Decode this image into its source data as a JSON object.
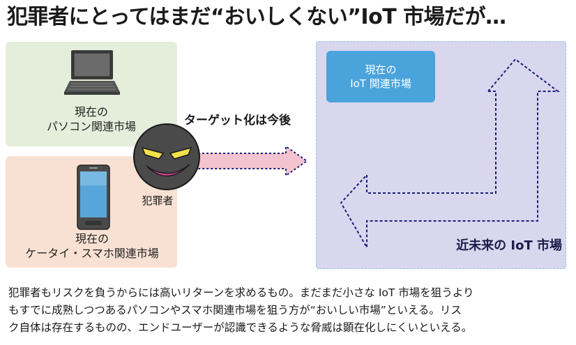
{
  "title": "犯罪者にとってはまだ“おいしくない”IoT 市場だが…",
  "pc_market_label": [
    "現在の",
    "パソコン関連市場"
  ],
  "mobile_market_label": [
    "現在の",
    "ケータイ・スマホ関連市場"
  ],
  "criminal_label": "犯罪者",
  "target_label": "ターゲット化は今後",
  "current_iot_label": [
    "現在の",
    "IoT 関連市場"
  ],
  "future_iot_label": "近未来の IoT 市場",
  "caption": [
    "犯罪者もリスクを負うからには高いリターンを求めるもの。まだまだ小さな IoT 市場を狙うより",
    "もすでに成熟しつつあるパソコンやスマホ関連市場を狙う方が“おいしい市場”といえる。リス",
    "ク自体は存在するものの、エンドユーザーが認識できるような脅威は顕在化しにくいといえる。"
  ],
  "colors": {
    "pc_panel": "#e4eedb",
    "mobile_panel": "#f8e1d3",
    "iot_panel": "#d8d7ee",
    "current_iot_box": "#4aa3db",
    "arrow_pink": "#f3c3cf",
    "arrow_outline": "#1c1c7a"
  },
  "icons": [
    "laptop-icon",
    "smartphone-icon",
    "criminal-face-icon"
  ]
}
